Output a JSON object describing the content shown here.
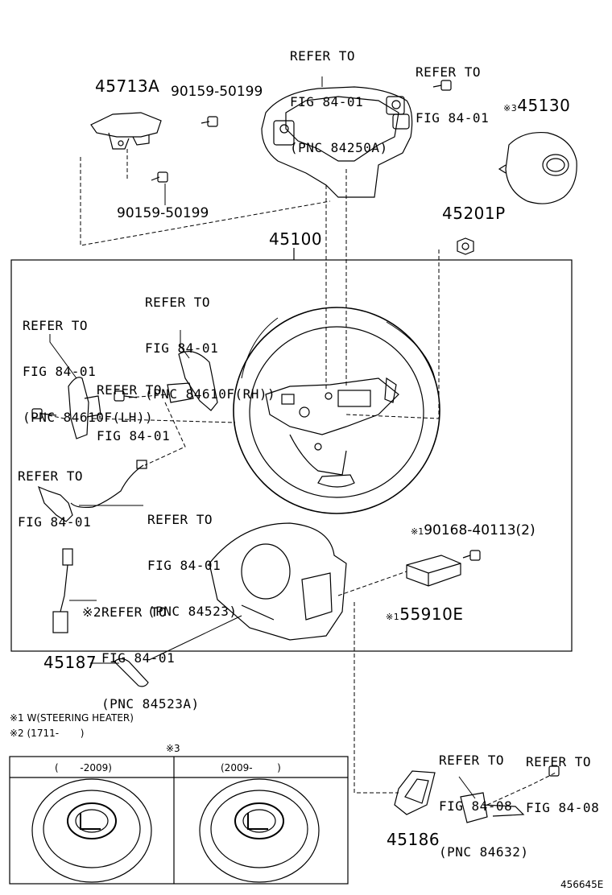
{
  "callouts": {
    "top_center": {
      "line1": "REFER TO",
      "line2": "FIG 84-01",
      "line3": "(PNC 84250A)"
    },
    "top_right": {
      "line1": "REFER TO",
      "line2": "FIG 84-01"
    },
    "mid_right_rh": {
      "line1": "REFER TO",
      "line2": "FIG 84-01",
      "line3": "(PNC 84610F(RH))"
    },
    "left_lh": {
      "line1": "REFER TO",
      "line2": "FIG 84-01",
      "line3": "(PNC 84610F(LH))"
    },
    "mid_small": {
      "line1": "REFER TO",
      "line2": "FIG 84-01"
    },
    "left_low": {
      "line1": "REFER TO",
      "line2": "FIG 84-01"
    },
    "harness": {
      "line1": "REFER TO",
      "line2": "FIG 84-01",
      "line3": "(PNC 84523)"
    },
    "harness_a": {
      "mark": "※2",
      "line1": "REFER TO",
      "line2": "FIG 84-01",
      "line3": "(PNC 84523A)"
    },
    "bottom_mid": {
      "line1": "REFER TO",
      "line2": "FIG 84-08",
      "line3": "(PNC 84632)"
    },
    "bottom_right": {
      "line1": "REFER TO",
      "line2": "FIG 84-08"
    }
  },
  "part_numbers": {
    "p45713A": "45713A",
    "p90159_top": "90159-50199",
    "p90159_low": "90159-50199",
    "p45130": "45130",
    "p45130_mark": "※3",
    "p45201P": "45201P",
    "p45100": "45100",
    "p90168": "90168-40113(2)",
    "p90168_mark": "※1",
    "p55910E": "55910E",
    "p55910E_mark": "※1",
    "p45187": "45187",
    "p45186": "45186"
  },
  "notes": {
    "n1": "※1 W(STEERING HEATER)",
    "n2": "※2 (1711-       )",
    "n3": "※3"
  },
  "variant_table": {
    "col1": "(       -2009)",
    "col2": "(2009-        )"
  },
  "figure_id": "456645E"
}
